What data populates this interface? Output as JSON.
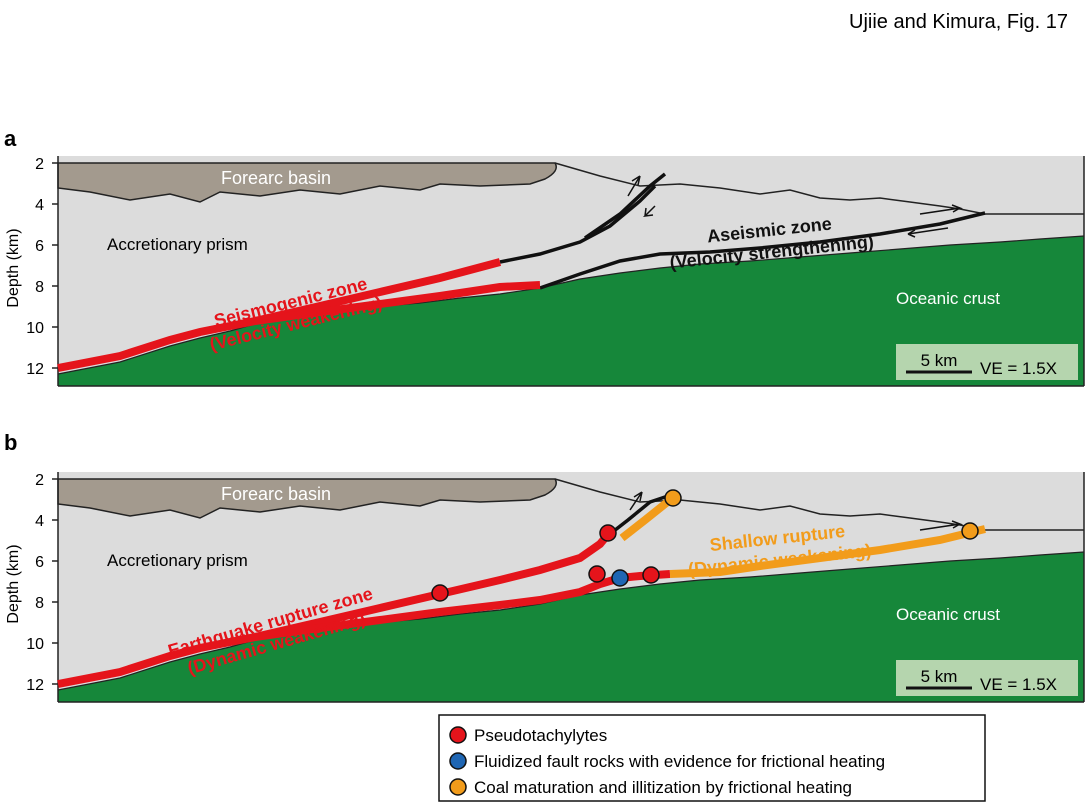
{
  "figure_caption": "Ujiie and Kimura, Fig. 17",
  "axis": {
    "ylabel": "Depth (km)",
    "ticks": [
      "2",
      "4",
      "6",
      "8",
      "10",
      "12"
    ]
  },
  "panel_a": {
    "letter": "a",
    "forearc_basin": "Forearc basin",
    "accretionary_prism": "Accretionary prism",
    "zone1_line1": "Seismogenic zone",
    "zone1_line2": "(Velocity weakening)",
    "zone2_line1": "Aseismic zone",
    "zone2_line2": "(Velocity strengthening)",
    "oceanic_crust": "Oceanic crust",
    "scale": "5 km",
    "ve": "VE = 1.5X"
  },
  "panel_b": {
    "letter": "b",
    "forearc_basin": "Forearc basin",
    "accretionary_prism": "Accretionary prism",
    "zone1_line1": "Earthquake rupture zone",
    "zone1_line2": "(Dynamic weakening)",
    "zone2_line1": "Shallow rupture",
    "zone2_line2": "(Dynamic weakening)",
    "oceanic_crust": "Oceanic crust",
    "scale": "5 km",
    "ve": "VE = 1.5X"
  },
  "legend": {
    "items": [
      {
        "label": "Pseudotachylytes",
        "color": "#e5141b"
      },
      {
        "label": "Fluidized fault rocks with evidence for frictional heating",
        "color": "#1f66b3"
      },
      {
        "label": "Coal maturation and illitization by frictional heating",
        "color": "#f29c1b"
      }
    ]
  },
  "colors": {
    "basin": "#a39a8e",
    "prism": "#dcdcdc",
    "crust": "#16873a",
    "seismic_red": "#e5141b",
    "shallow_orange": "#f29c1b",
    "scale_box": "#b5d5ae"
  }
}
